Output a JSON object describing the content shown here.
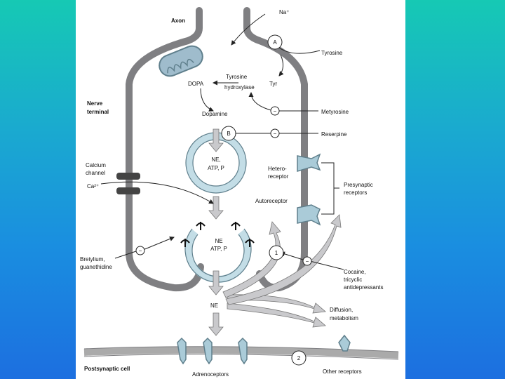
{
  "labels": {
    "axon": "Axon",
    "na": "Na⁺",
    "circle_a": "A",
    "tyrosine": "Tyrosine",
    "dopa": "DOPA",
    "tyrosine_hydroxylase_1": "Tyrosine",
    "tyrosine_hydroxylase_2": "hydroxylase",
    "tyr": "Tyr",
    "nerve_terminal_1": "Nerve",
    "nerve_terminal_2": "terminal",
    "inhibit": "−",
    "metyrosine": "Metyrosine",
    "dopamine": "Dopamine",
    "circle_b": "B",
    "reserpine": "Reserpine",
    "vesicle_top_1": "NE,",
    "vesicle_top_2": "ATP, P",
    "calcium_channel_1": "Calcium",
    "calcium_channel_2": "channel",
    "ca": "Ca²⁺",
    "heteroreceptor_1": "Hetero-",
    "heteroreceptor_2": "receptor",
    "presynaptic_1": "Presynaptic",
    "presynaptic_2": "receptors",
    "autoreceptor": "Autoreceptor",
    "vesicle_bottom_1": "NE",
    "vesicle_bottom_2": "ATP, P",
    "bretylium_1": "Bretylium,",
    "bretylium_2": "guanethidine",
    "circle_1": "1",
    "cocaine_1": "Cocaine,",
    "cocaine_2": "tricyclic",
    "cocaine_3": "antidepressants",
    "ne_cleft": "NE",
    "diffusion_1": "Diffusion,",
    "diffusion_2": "metabolism",
    "postsynaptic": "Postsynaptic cell",
    "circle_2": "2",
    "adrenoceptors": "Adrenoceptors",
    "other_receptors": "Other receptors"
  },
  "colors": {
    "membrane": "#7f7f82",
    "vesicle": "#c3dde6",
    "vesicle_stroke": "#5f7f8c",
    "receptor": "#aacbd8",
    "arrow_fill": "#c9c9cc",
    "slide_top": "#16c9b4",
    "slide_bottom": "#1c6fe0"
  }
}
